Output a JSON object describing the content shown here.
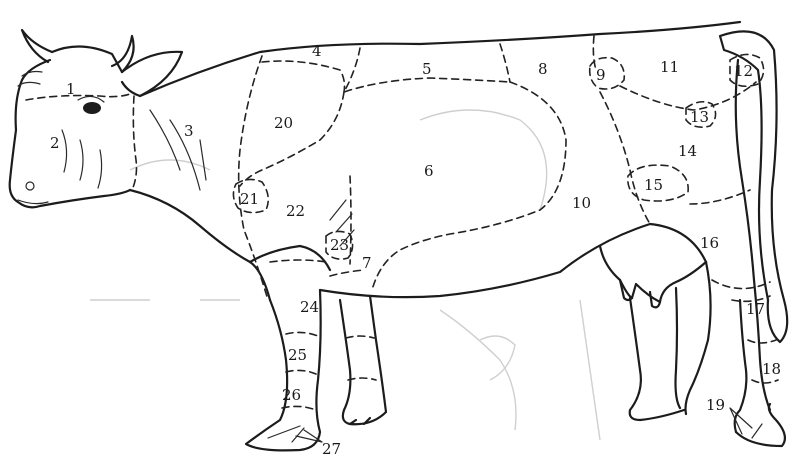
{
  "diagram": {
    "regions": [
      {
        "id": "1",
        "label": "1"
      },
      {
        "id": "2",
        "label": "2"
      },
      {
        "id": "3",
        "label": "3"
      },
      {
        "id": "4",
        "label": "4"
      },
      {
        "id": "5",
        "label": "5"
      },
      {
        "id": "6",
        "label": "6"
      },
      {
        "id": "7",
        "label": "7"
      },
      {
        "id": "8",
        "label": "8"
      },
      {
        "id": "9",
        "label": "9"
      },
      {
        "id": "10",
        "label": "10"
      },
      {
        "id": "11",
        "label": "11"
      },
      {
        "id": "12",
        "label": "12"
      },
      {
        "id": "13",
        "label": "13"
      },
      {
        "id": "14",
        "label": "14"
      },
      {
        "id": "15",
        "label": "15"
      },
      {
        "id": "16",
        "label": "16"
      },
      {
        "id": "17",
        "label": "17"
      },
      {
        "id": "18",
        "label": "18"
      },
      {
        "id": "19",
        "label": "19"
      },
      {
        "id": "20",
        "label": "20"
      },
      {
        "id": "21",
        "label": "21"
      },
      {
        "id": "22",
        "label": "22"
      },
      {
        "id": "23",
        "label": "23"
      },
      {
        "id": "24",
        "label": "24"
      },
      {
        "id": "25",
        "label": "25"
      },
      {
        "id": "26",
        "label": "26"
      },
      {
        "id": "27",
        "label": "27"
      }
    ]
  },
  "colors": {
    "line": "#1c1c1c",
    "background": "#ffffff",
    "ghost": "#cfcfcf"
  }
}
